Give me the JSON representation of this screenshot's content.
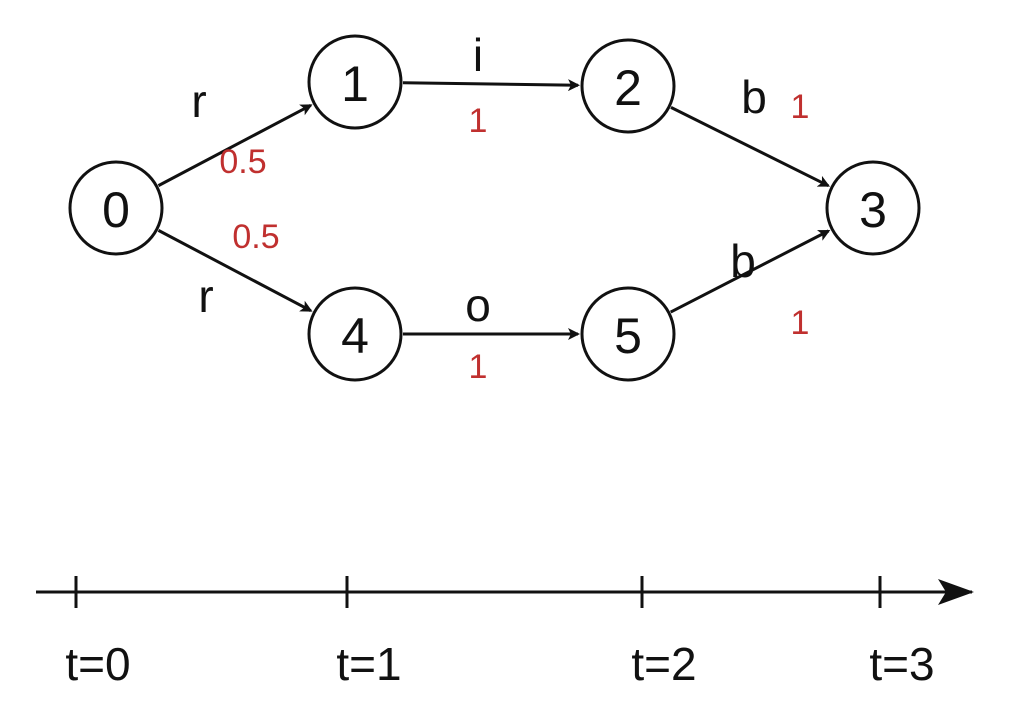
{
  "colors": {
    "stroke": "#111111",
    "probability": "#c0302f"
  },
  "nodes": [
    {
      "id": "0",
      "label": "0"
    },
    {
      "id": "1",
      "label": "1"
    },
    {
      "id": "2",
      "label": "2"
    },
    {
      "id": "3",
      "label": "3"
    },
    {
      "id": "4",
      "label": "4"
    },
    {
      "id": "5",
      "label": "5"
    }
  ],
  "edges": [
    {
      "from": "0",
      "to": "1",
      "symbol": "r",
      "prob": "0.5"
    },
    {
      "from": "0",
      "to": "4",
      "symbol": "r",
      "prob": "0.5"
    },
    {
      "from": "1",
      "to": "2",
      "symbol": "i",
      "prob": "1"
    },
    {
      "from": "4",
      "to": "5",
      "symbol": "o",
      "prob": "1"
    },
    {
      "from": "2",
      "to": "3",
      "symbol": "b",
      "prob": "1"
    },
    {
      "from": "5",
      "to": "3",
      "symbol": "b",
      "prob": "1"
    }
  ],
  "timeline": {
    "ticks": [
      "t=0",
      "t=1",
      "t=2",
      "t=3"
    ]
  }
}
